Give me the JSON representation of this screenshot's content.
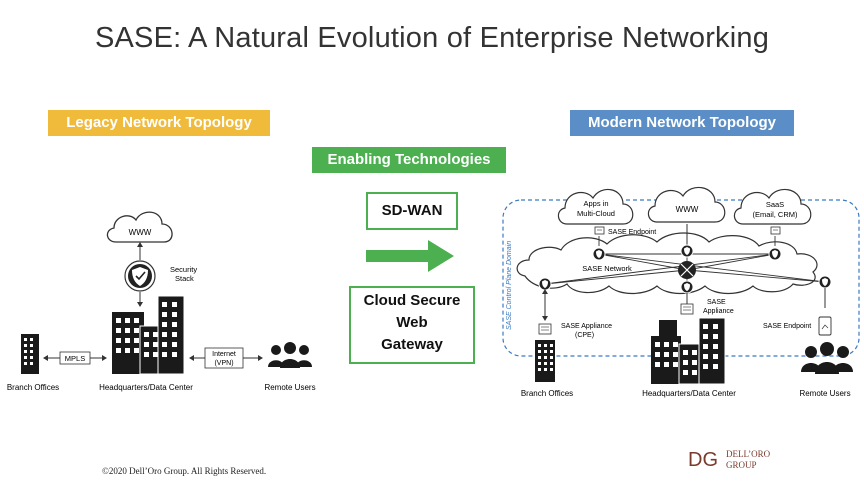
{
  "title": "SASE: A Natural Evolution of Enterprise Networking",
  "legacy": {
    "heading": "Legacy Network Topology",
    "www": "WWW",
    "security_line1": "Security",
    "security_line2": "Stack",
    "mpls": "MPLS",
    "internet_line1": "Internet",
    "internet_line2": "(VPN)",
    "branch": "Branch Offices",
    "hq": "Headquarters/Data Center",
    "remote": "Remote Users"
  },
  "enabling": {
    "heading": "Enabling Technologies",
    "sdwan": "SD-WAN",
    "cswg_line1": "Cloud Secure",
    "cswg_line2": "Web",
    "cswg_line3": "Gateway"
  },
  "modern": {
    "heading": "Modern Network Topology",
    "apps_line1": "Apps in",
    "apps_line2": "Multi-Cloud",
    "www": "WWW",
    "saas_line1": "SaaS",
    "saas_line2": "(Email, CRM)",
    "sase_endpoint_top": "SASE Endpoint",
    "sase_network": "SASE Network",
    "domain_label": "SASE Control Plane Domain",
    "appliance_cpe_line1": "SASE Appliance",
    "appliance_cpe_line2": "(CPE)",
    "appliance_line1": "SASE",
    "appliance_line2": "Appliance",
    "sase_endpoint_right": "SASE Endpoint",
    "branch": "Branch Offices",
    "hq": "Headquarters/Data Center",
    "remote": "Remote Users"
  },
  "footer": "©2020  Dell’Oro  Group.  All Rights Reserved.",
  "logo": {
    "line1": "DELL’ORO",
    "line2": "GROUP",
    "mark": "DG",
    "color": "#7a3b2e"
  },
  "colors": {
    "legacy": "#f0bb3a",
    "modern": "#5b8ec7",
    "enabling": "#4caf50"
  }
}
